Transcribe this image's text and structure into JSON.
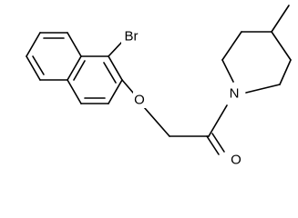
{
  "molecule": {
    "atom_labels": {
      "bromine": "Br",
      "ether_oxygen": "O",
      "carbonyl_oxygen": "O",
      "ring_nitrogen": "N"
    }
  },
  "colors": {
    "bond": "#000000",
    "label": "#000000",
    "background": "#ffffff"
  }
}
